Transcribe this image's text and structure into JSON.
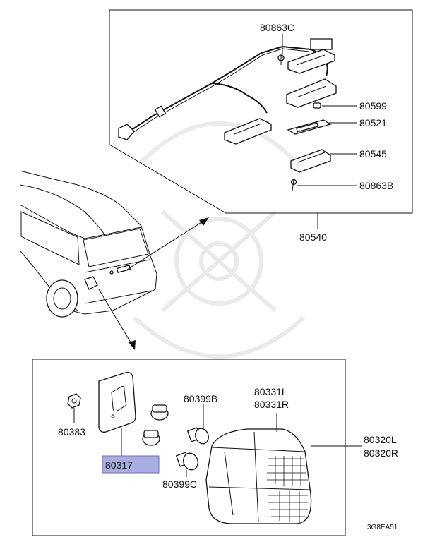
{
  "parts": {
    "p80863C": "80863C",
    "p80599": "80599",
    "p80521": "80521",
    "p80545": "80545",
    "p80863B": "80863B",
    "p80540": "80540",
    "p80383": "80383",
    "p80317": "80317",
    "p80399B": "80399B",
    "p80331L": "80331L",
    "p80331R": "80331R",
    "p80320L": "80320L",
    "p80320R": "80320R",
    "p80399C": "80399C"
  },
  "diagram_code": "3G8EA51",
  "colors": {
    "highlight": "#a9aee0",
    "highlight_border": "#6b6fb8",
    "line": "#111111"
  }
}
